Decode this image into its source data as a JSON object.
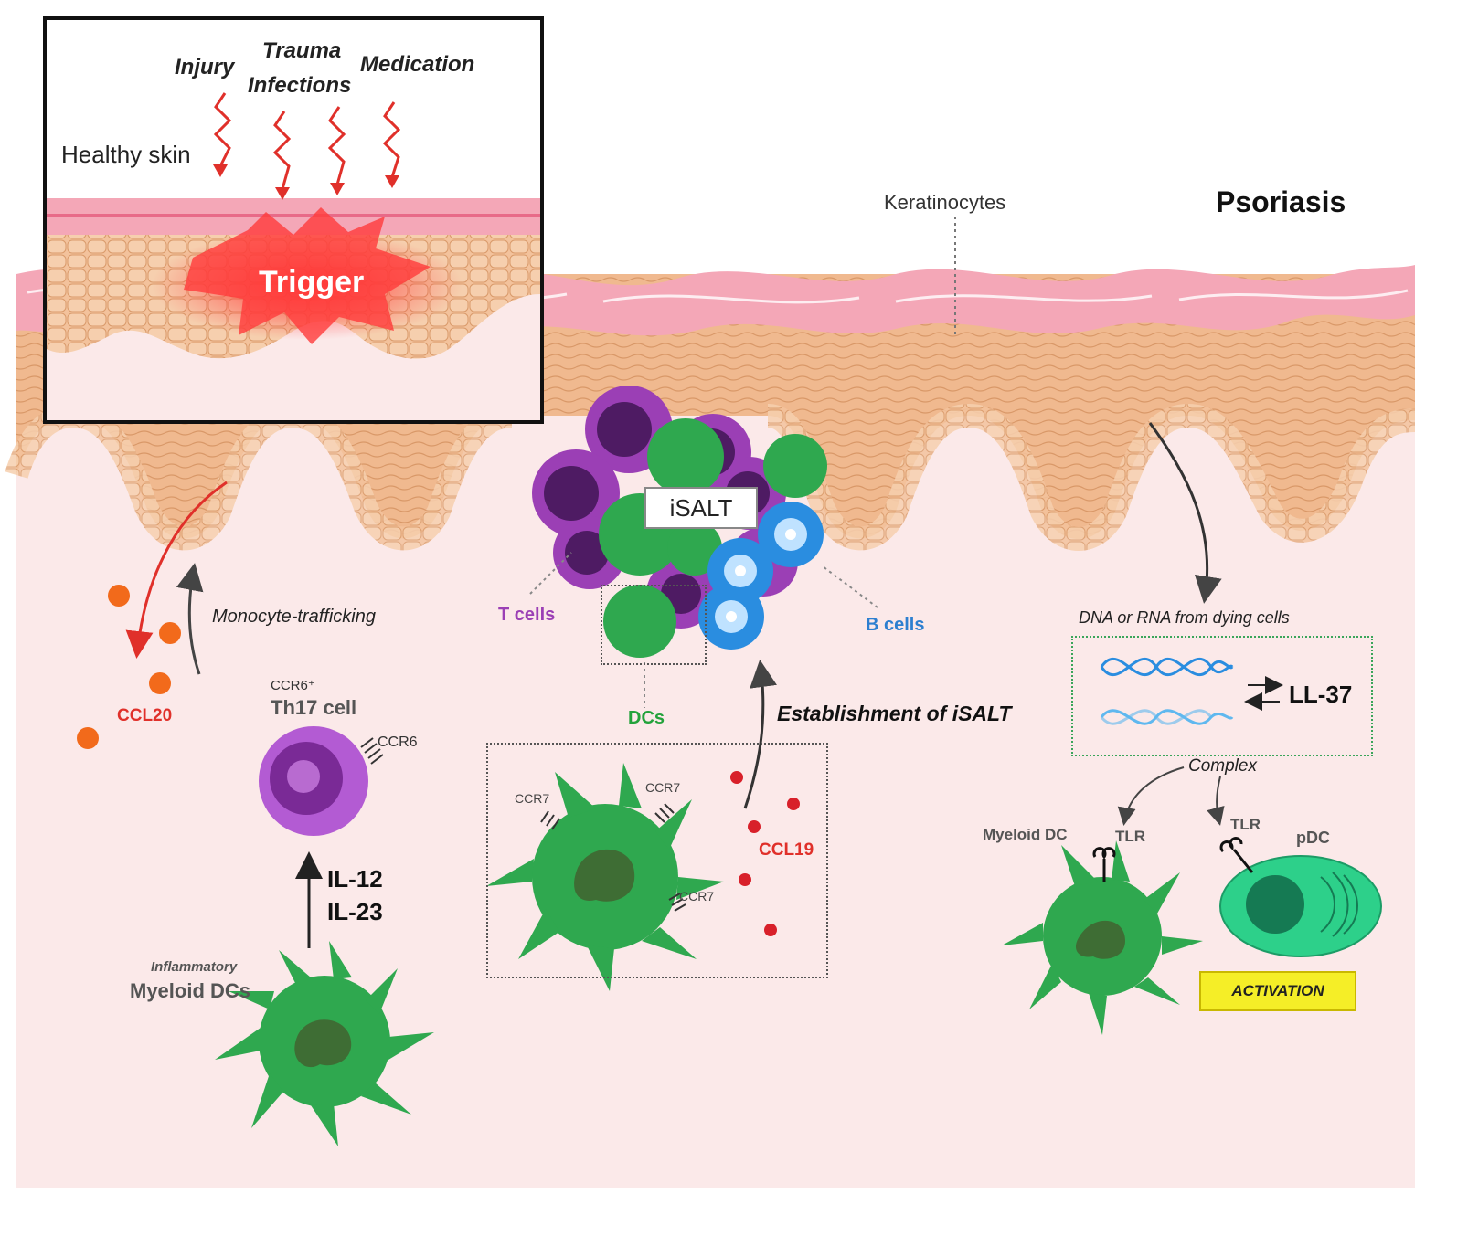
{
  "inset": {
    "triggers": [
      "Injury",
      "Trauma",
      "Infections",
      "Medication"
    ],
    "healthy_skin": "Healthy skin",
    "trigger": "Trigger"
  },
  "main": {
    "keratinocytes": "Keratinocytes",
    "psoriasis": "Psoriasis",
    "isalt": "iSALT",
    "t_cells": "T cells",
    "b_cells": "B cells",
    "dcs": "DCs",
    "establishment": "Establishment of iSALT",
    "monocyte_trafficking": "Monocyte-trafficking",
    "ccl20": "CCL20",
    "ccr6_plus": "CCR6⁺",
    "th17_cell": "Th17 cell",
    "ccr6": "CCR6",
    "il12": "IL-12",
    "il23": "IL-23",
    "inflammatory": "Inflammatory",
    "myeloid_dcs": "Myeloid DCs",
    "ccr7_labels": [
      "CCR7",
      "CCR7",
      "CCR7"
    ],
    "ccl19": "CCL19",
    "dna_rna": "DNA or RNA from dying cells",
    "ll37": "LL-37",
    "complex": "Complex",
    "myeloid_dc": "Myeloid DC",
    "tlr": "TLR",
    "tlr2": "TLR",
    "pdc": "pDC",
    "activation": "ACTIVATION"
  },
  "colors": {
    "background": "#fbe9e9",
    "epidermis": "#f0b98f",
    "stratum_corneum": "#f2a3b4",
    "dc_green": "#2fa84f",
    "t_cell_purple": "#9b3fb5",
    "b_cell_blue": "#2a8de0",
    "chemokine_red": "#e0302a",
    "activation_yellow": "#f5ee27"
  }
}
